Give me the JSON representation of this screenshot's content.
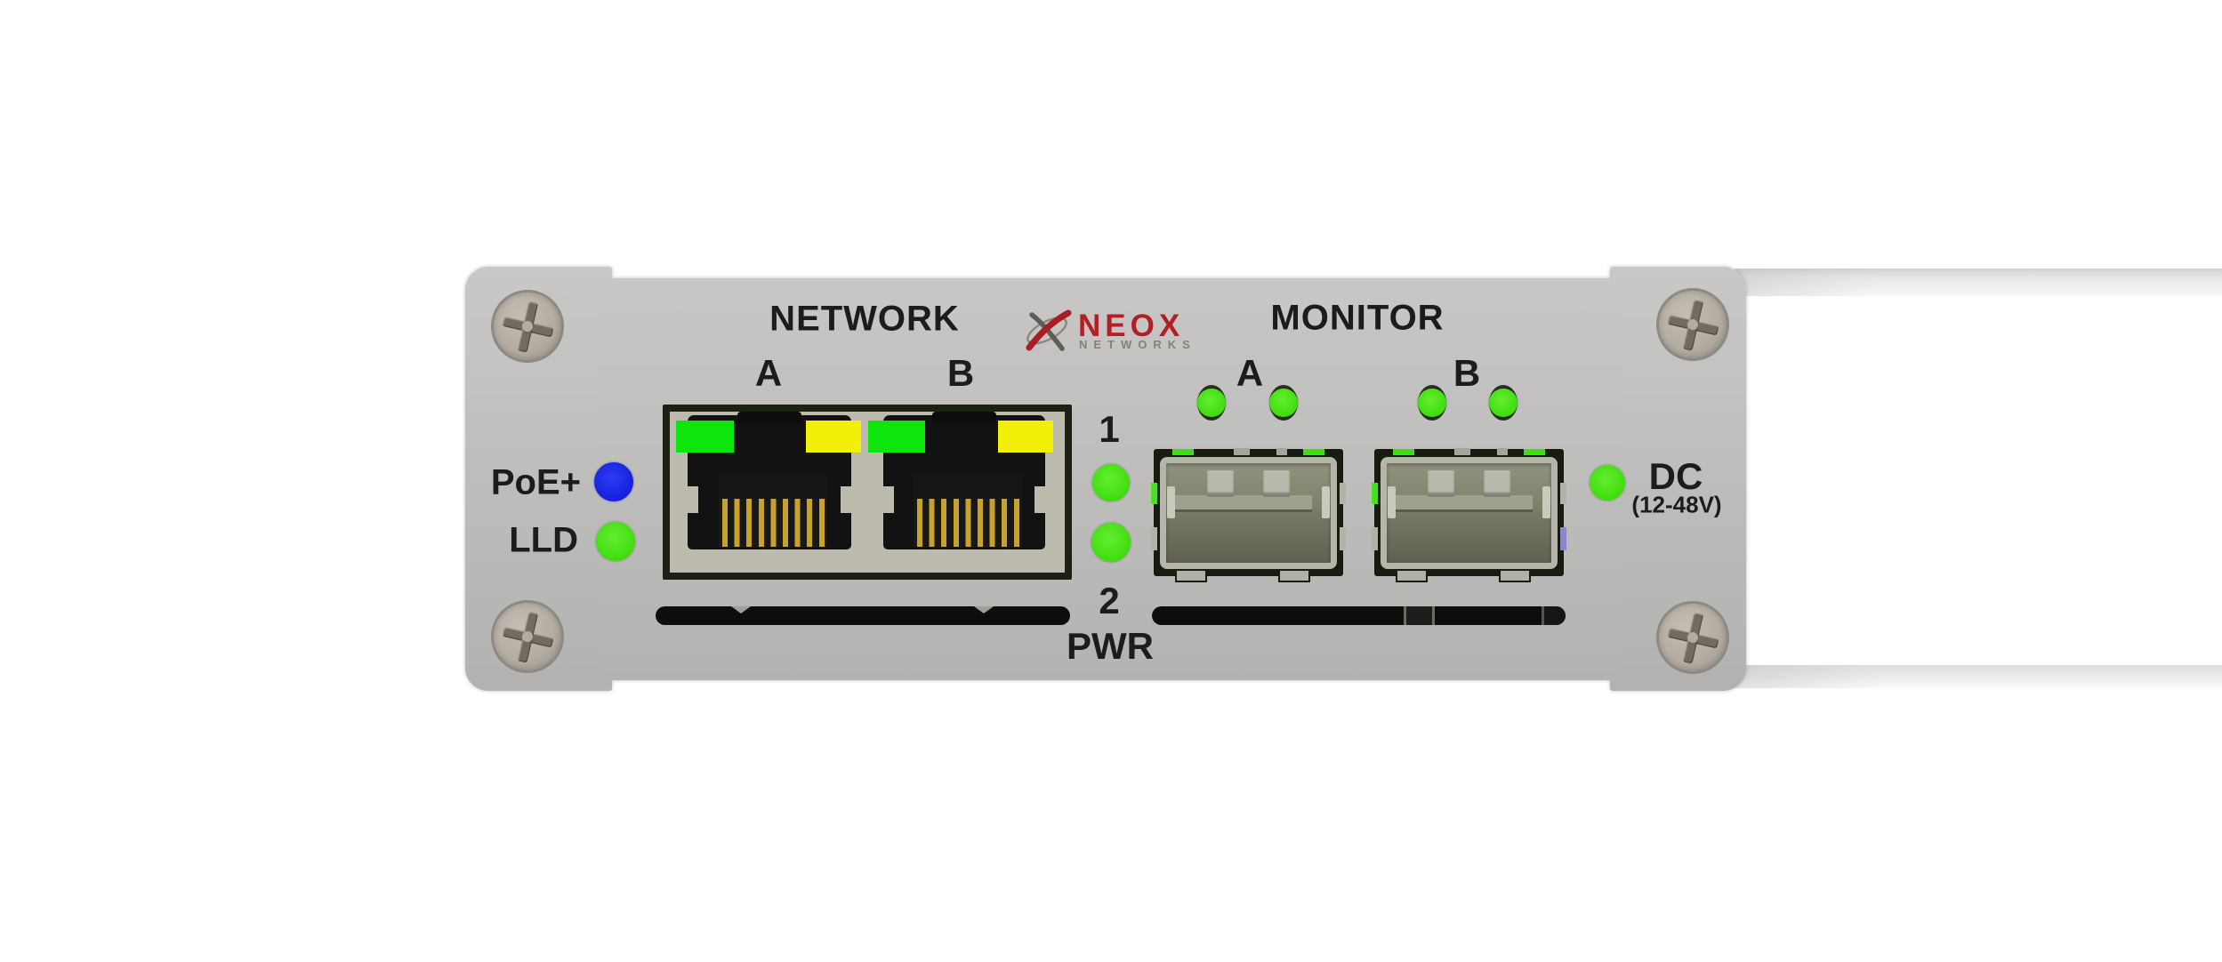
{
  "brand": {
    "name": "NEOX",
    "subtitle": "NETWORKS",
    "red": "#b02025",
    "gray": "#82817c"
  },
  "sections": {
    "network": {
      "label": "NETWORK",
      "ports": [
        {
          "label": "A"
        },
        {
          "label": "B"
        }
      ]
    },
    "monitor": {
      "label": "MONITOR",
      "ports": [
        {
          "label": "A"
        },
        {
          "label": "B"
        }
      ]
    }
  },
  "indicators": {
    "poe": {
      "label": "PoE+",
      "color": "#1420dd"
    },
    "lld": {
      "label": "LLD",
      "color": "#3fdd0e"
    },
    "channel1": {
      "label": "1"
    },
    "channel2": {
      "label": "2"
    },
    "pwr": {
      "label": "PWR"
    },
    "dc": {
      "label": "DC",
      "sub_label": "(12-48V)",
      "color": "#3fdd0e"
    }
  },
  "colors": {
    "plate": "#c3c3c1",
    "led_green": "#3fdd0e",
    "led_blue": "#1420dd",
    "rj45_green": "#0ce60c",
    "rj45_yellow": "#f2ef08"
  }
}
